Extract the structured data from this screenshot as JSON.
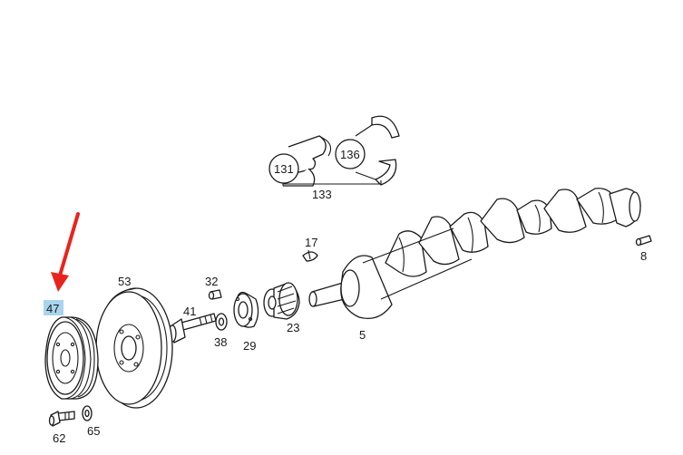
{
  "labels": {
    "p47": "47",
    "p53": "53",
    "p32": "32",
    "p41": "41",
    "p38": "38",
    "p29": "29",
    "p23": "23",
    "p17": "17",
    "p5": "5",
    "p8": "8",
    "p131": "131",
    "p136": "136",
    "p133": "133",
    "p62": "62",
    "p65": "65"
  },
  "colors": {
    "line": "#1a1a1a",
    "highlight": "#a8d4ee",
    "arrow": "#e8241c",
    "background": "#ffffff"
  },
  "icons": {
    "pointer": "red-arrow-icon"
  }
}
